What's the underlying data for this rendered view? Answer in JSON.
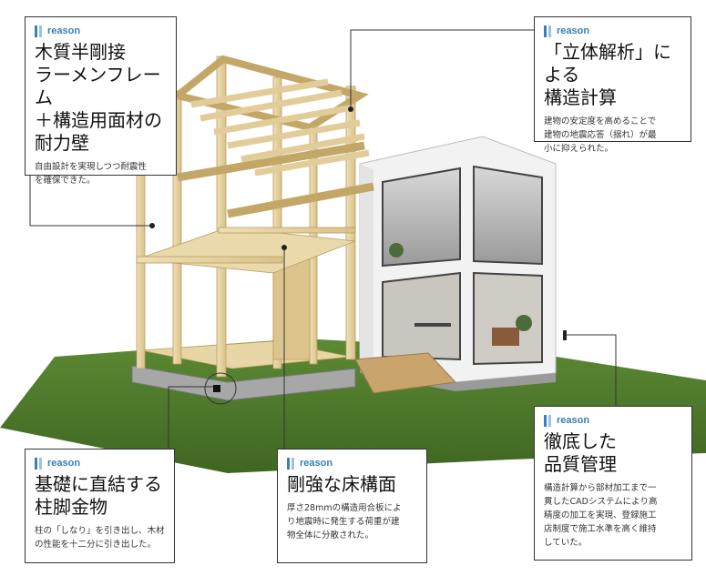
{
  "cards": [
    {
      "tag": "reason",
      "title": "木質半剛接\nラーメンフレーム\n＋構造用面材の\n耐力壁",
      "desc": "自由設計を実現しつつ耐震性\nを確保できた。"
    },
    {
      "tag": "reason",
      "title": "「立体解析」による\n構造計算",
      "desc": "建物の安定度を高めることで\n建物の地震応答（揺れ）が最\n小に抑えられた。"
    },
    {
      "tag": "reason",
      "title": "基礎に直結する\n柱脚金物",
      "desc": "柱の「しなり」を引き出し、木材\nの性能を十二分に引き出した。"
    },
    {
      "tag": "reason",
      "title": "剛強な床構面",
      "desc": "厚さ28mmの構造用合板によ\nり地震時に発生する荷重が建\n物全体に分散された。"
    },
    {
      "tag": "reason",
      "title": "徹底した\n品質管理",
      "desc": "構造計算から部材加工まで一\n貫したCADシステムにより高\n精度の加工を実現、登録施工\n店制度で施工水準を高く維持\nしていた。"
    }
  ],
  "colors": {
    "accent": "#3a7fb5",
    "grass": "#4f7a2c",
    "timber": "#e6d3a4",
    "wall": "#f4f4f4"
  }
}
